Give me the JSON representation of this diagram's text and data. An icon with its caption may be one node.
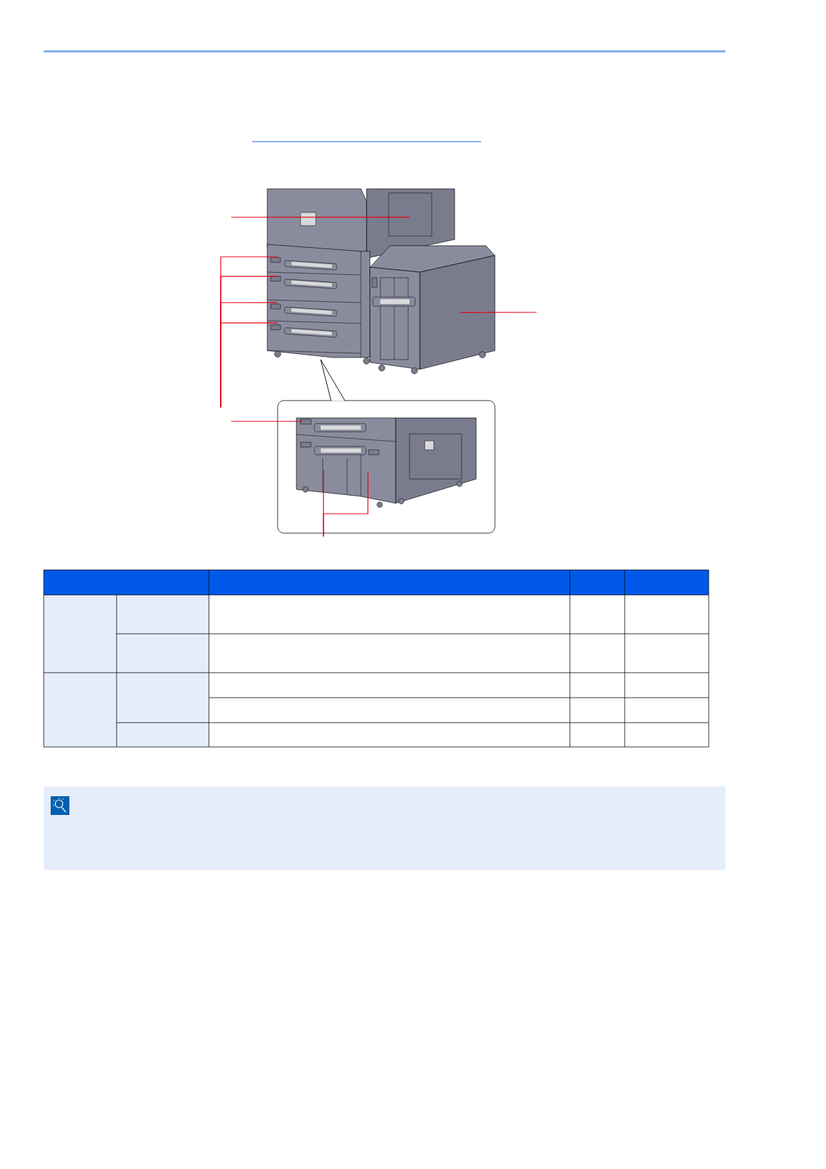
{
  "diagram": {
    "nodes": [
      {
        "text": [],
        "shape": "picture"
      },
      {
        "text": [],
        "shape": "box"
      },
      {
        "text": [],
        "shape": "picture",
        "in": 1
      }
    ],
    "edges": [
      {
        "from": null,
        "to": 0,
        "arrow": "none"
      },
      {
        "from": null,
        "to": 0,
        "arrow": "none"
      },
      {
        "from": null,
        "to": 0,
        "arrow": "none"
      },
      {
        "from": null,
        "to": 0,
        "arrow": "none"
      },
      {
        "from": null,
        "to": 0,
        "arrow": "none"
      },
      {
        "from": null,
        "to": 0,
        "arrow": "none"
      },
      {
        "from": null,
        "to": 2,
        "arrow": "none"
      },
      {
        "from": null,
        "to": 2,
        "arrow": "none"
      },
      {
        "from": null,
        "to": 2,
        "arrow": "none"
      }
    ]
  }
}
